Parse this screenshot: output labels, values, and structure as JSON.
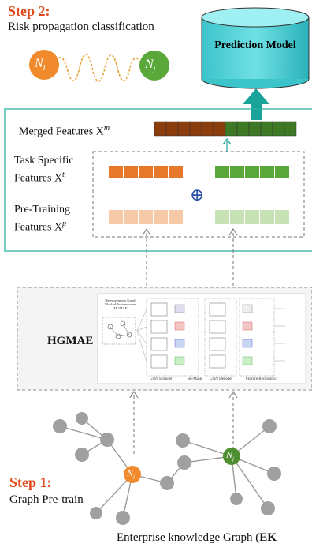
{
  "step2": {
    "title": "Step 2:",
    "desc": "Risk propagation classification"
  },
  "step1": {
    "title": "Step 1:",
    "desc": "Graph Pre-train"
  },
  "prediction_model": {
    "label": "Prediction Model",
    "color": "#4fd0d5"
  },
  "nodes": {
    "ni": "N",
    "ni_sub": "i",
    "nj": "N",
    "nj_sub": "j"
  },
  "features": {
    "merged_label": "Merged Features X",
    "merged_sup": "m",
    "task_label_1": "Task Specific",
    "task_label_2": "Features X",
    "task_sup": "t",
    "pre_label_1": "Pre-Training",
    "pre_label_2": "Features X",
    "pre_sup": "p",
    "plus_symbol": "⊕"
  },
  "hgmae": {
    "label": "HGMAE",
    "panel_title": "Heterogeneous Graph Masked Autoencoders (HGMAE)",
    "sections": [
      "GNN Encoder",
      "Re-Mask",
      "GNN Decoder",
      "Feature Reconstruct"
    ]
  },
  "ekg_caption": {
    "prefix": "Enterprise knowledge Graph (",
    "bold": "EK"
  },
  "colors": {
    "orange": "#e8792b",
    "orange_light": "#f6c9a8",
    "green": "#5aa83a",
    "green_light": "#c7e2b4",
    "brown": "#8b3d0e",
    "dark_green": "#3e7a26",
    "teal": "#1aa39a",
    "node_gray": "#a0a0a0",
    "step_red": "#e04a1c"
  }
}
